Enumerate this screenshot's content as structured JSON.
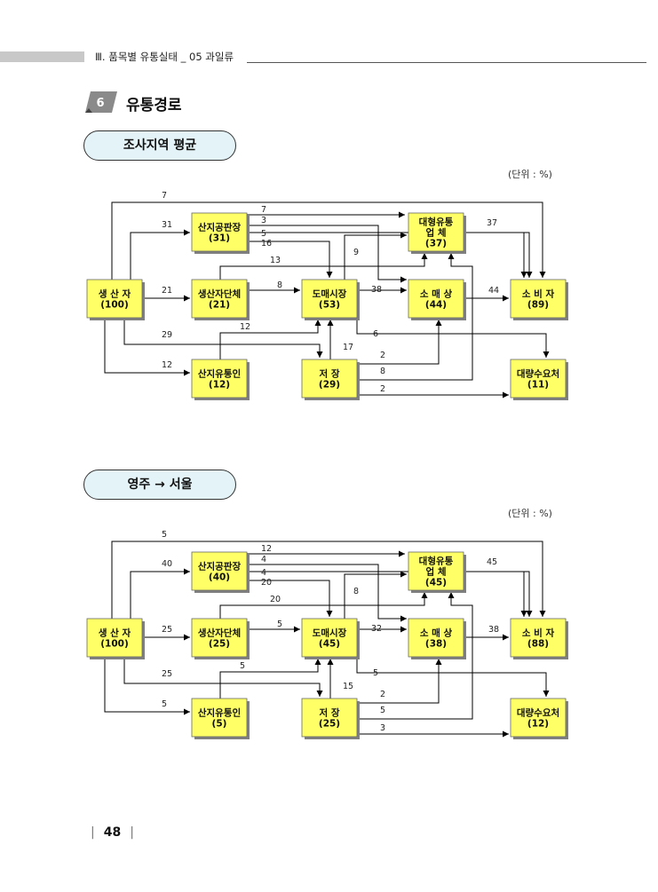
{
  "header": {
    "text": "Ⅲ. 품목별 유통실태 _ 05 과일류"
  },
  "section": {
    "number": "6",
    "title": "유통경로"
  },
  "page_number": "48",
  "chart_data": [
    {
      "type": "flow-diagram",
      "panel_title": "조사지역 평균",
      "unit": "(단위 : %)",
      "nodes": {
        "producer": {
          "name": "생 산 자",
          "value": "(100)"
        },
        "shipper": {
          "name": "산지공판장",
          "value": "(31)"
        },
        "coop": {
          "name": "생산자단체",
          "value": "(21)"
        },
        "collector": {
          "name": "산지유통인",
          "value": "(12)"
        },
        "wholesale": {
          "name": "도매시장",
          "value": "(53)"
        },
        "storage": {
          "name": "저   장",
          "value": "(29)"
        },
        "large1": {
          "name": "대형유통",
          "value": ""
        },
        "large2": {
          "name": "업     체",
          "value": "(37)"
        },
        "retail": {
          "name": "소 매 상",
          "value": "(44)"
        },
        "consumer": {
          "name": "소 비 자",
          "value": "(89)"
        },
        "bulk": {
          "name": "대량수요처",
          "value": "(11)"
        }
      },
      "flows": {
        "p_consumer": "7",
        "p_shipper": "31",
        "p_coop": "21",
        "p_storage": "29",
        "p_collector": "12",
        "s_large": "7",
        "s_retail": "3",
        "s_consumer": "5",
        "s_wholesale": "16",
        "c_large": "13",
        "c_wholesale": "8",
        "col_wholesale": "12",
        "w_large": "9",
        "w_retail": "38",
        "w_bulk": "6",
        "st_wholesale": "17",
        "st_retail": "2",
        "st_large": "8",
        "st_bulk": "2",
        "large_consumer": "37",
        "retail_consumer": "44"
      }
    },
    {
      "type": "flow-diagram",
      "panel_title": "영주 → 서울",
      "unit": "(단위 : %)",
      "nodes": {
        "producer": {
          "name": "생 산 자",
          "value": "(100)"
        },
        "shipper": {
          "name": "산지공판장",
          "value": "(40)"
        },
        "coop": {
          "name": "생산자단체",
          "value": "(25)"
        },
        "collector": {
          "name": "산지유통인",
          "value": "(5)"
        },
        "wholesale": {
          "name": "도매시장",
          "value": "(45)"
        },
        "storage": {
          "name": "저   장",
          "value": "(25)"
        },
        "large1": {
          "name": "대형유통",
          "value": ""
        },
        "large2": {
          "name": "업     체",
          "value": "(45)"
        },
        "retail": {
          "name": "소 매 상",
          "value": "(38)"
        },
        "consumer": {
          "name": "소 비 자",
          "value": "(88)"
        },
        "bulk": {
          "name": "대량수요처",
          "value": "(12)"
        }
      },
      "flows": {
        "p_consumer": "5",
        "p_shipper": "40",
        "p_coop": "25",
        "p_storage": "25",
        "p_collector": "5",
        "s_large": "12",
        "s_retail": "4",
        "s_consumer": "4",
        "s_wholesale": "20",
        "c_large": "20",
        "c_wholesale": "5",
        "col_wholesale": "5",
        "w_large": "8",
        "w_retail": "32",
        "w_bulk": "5",
        "st_wholesale": "15",
        "st_retail": "2",
        "st_large": "5",
        "st_bulk": "3",
        "large_consumer": "45",
        "retail_consumer": "38"
      }
    }
  ]
}
